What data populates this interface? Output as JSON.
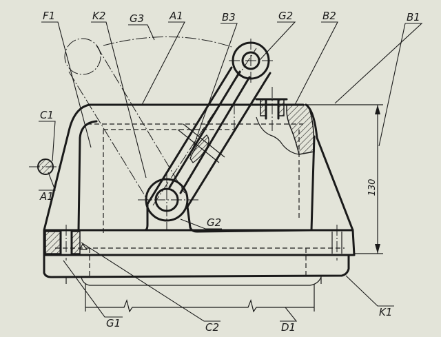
{
  "labels": {
    "F1": "F1",
    "K2": "K2",
    "G3": "G3",
    "A1": "A1",
    "B3": "B3",
    "G2_top": "G2",
    "B2": "B2",
    "B1": "B1",
    "C1": "C1",
    "A1_left": "A1",
    "G2_mid": "G2",
    "G1": "G1",
    "C2": "C2",
    "D1": "D1",
    "K1": "K1"
  },
  "dimension": {
    "height": "130"
  },
  "colors": {
    "background": "#e3e4d9",
    "ink": "#1a1a1a",
    "section_fill": "#ffffff"
  }
}
